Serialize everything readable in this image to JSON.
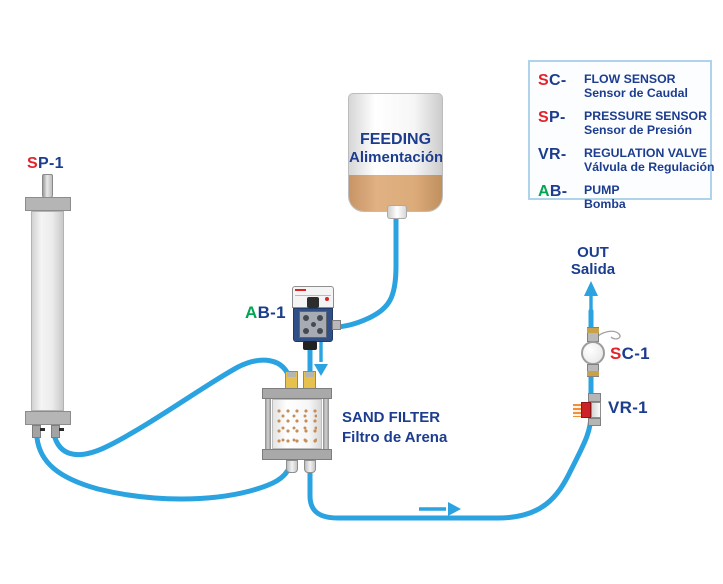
{
  "title": "Sand filter process diagram",
  "colors": {
    "tube_blue": "#2aa3e0",
    "text_blue": "#1c3d8f",
    "accent_red": "#e3222a",
    "accent_green": "#00a651",
    "tank_liquid": "#dcab79",
    "sand_dot": "#c58d58",
    "fitting_yellow": "#e7c14d",
    "valve_red": "#cc2127",
    "pump_body": "#2f4f86",
    "legend_border": "#aed3ea"
  },
  "devices": {
    "sp1": {
      "code_prefix": "S",
      "code_rest": "P-1"
    },
    "ab1": {
      "code_prefix": "A",
      "code_rest": "B-1"
    },
    "sc1": {
      "code_prefix": "S",
      "code_rest": "C-1"
    },
    "vr1": {
      "code": "VR-1"
    },
    "feeding_tank": {
      "label_en": "FEEDING",
      "label_es": "Alimentación"
    },
    "sand_filter": {
      "label_en": "SAND FILTER",
      "label_es": "Filtro de Arena"
    },
    "outlet": {
      "label_en": "OUT",
      "label_es": "Salida"
    }
  },
  "legend": {
    "items": [
      {
        "code_prefix": "S",
        "code_rest": "C-",
        "label_en": "FLOW SENSOR",
        "label_es": "Sensor de Caudal"
      },
      {
        "code_prefix": "S",
        "code_rest": "P-",
        "label_en": "PRESSURE SENSOR",
        "label_es": "Sensor de Presión"
      },
      {
        "code_prefix": "",
        "code_rest": "VR-",
        "label_en": "REGULATION VALVE",
        "label_es": "Válvula de Regulación"
      },
      {
        "code_prefix": "A",
        "code_rest": "B-",
        "label_en": "PUMP",
        "label_es": "Bomba"
      }
    ]
  }
}
